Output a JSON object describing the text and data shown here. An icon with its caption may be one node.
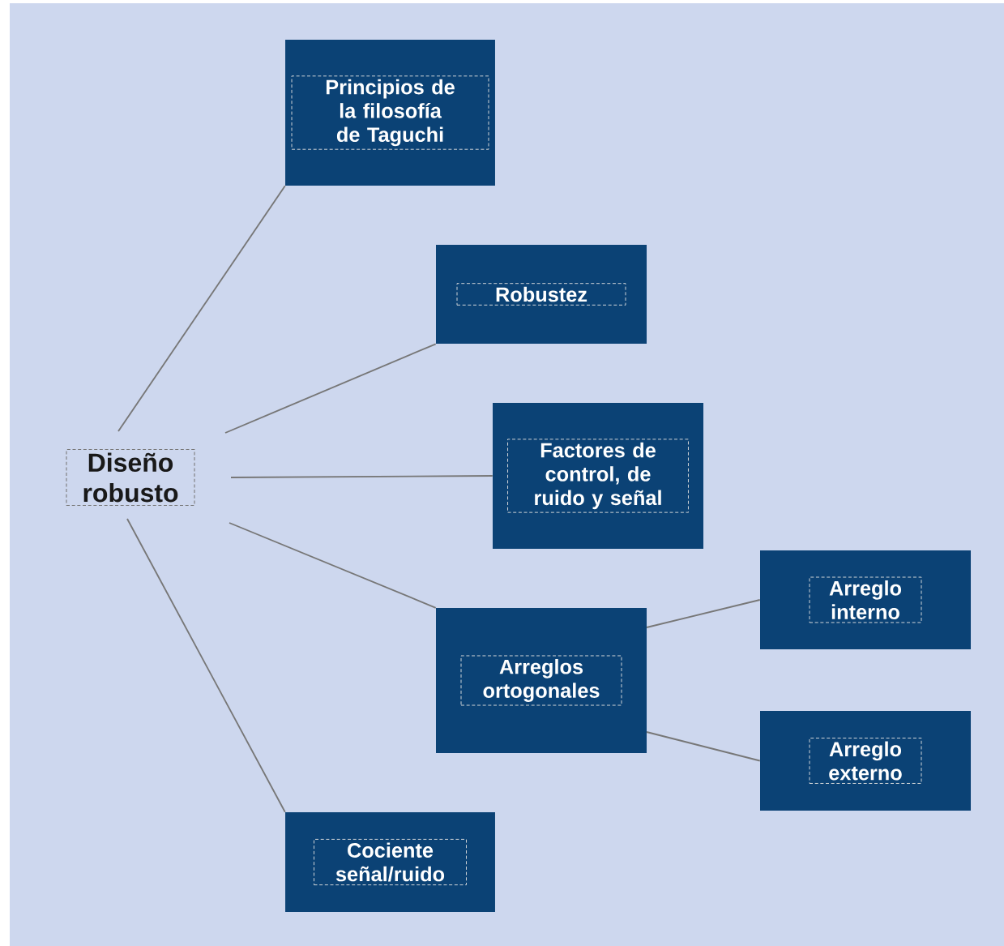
{
  "diagram": {
    "nodes": [
      {
        "text": [
          "Diseño robusto"
        ]
      },
      {
        "text": [
          "Principios de la filosofía de Taguchi"
        ]
      },
      {
        "text": [
          "Robustez"
        ]
      },
      {
        "text": [
          "Factores de control, de ruido y señal"
        ]
      },
      {
        "text": [
          "Arreglos ortogonales"
        ]
      },
      {
        "text": [
          "Arreglo interno"
        ]
      },
      {
        "text": [
          "Arreglo externo"
        ]
      },
      {
        "text": [
          "Cociente señal/ruido"
        ]
      }
    ],
    "edges": [
      {
        "from": 0,
        "to": 1,
        "arrow": "none"
      },
      {
        "from": 0,
        "to": 2,
        "arrow": "none"
      },
      {
        "from": 0,
        "to": 3,
        "arrow": "none"
      },
      {
        "from": 0,
        "to": 4,
        "arrow": "none"
      },
      {
        "from": 0,
        "to": 7,
        "arrow": "none"
      },
      {
        "from": 4,
        "to": 5,
        "arrow": "none"
      },
      {
        "from": 4,
        "to": 6,
        "arrow": "none"
      }
    ]
  }
}
